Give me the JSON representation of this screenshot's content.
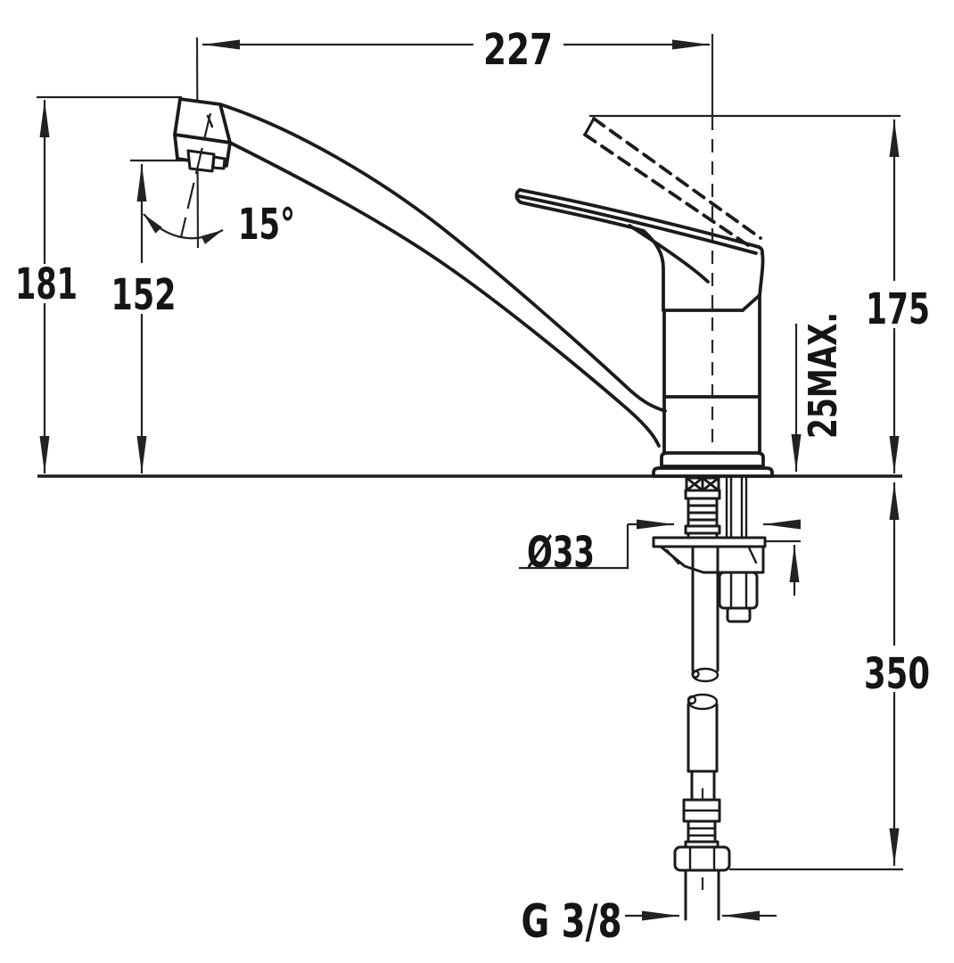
{
  "drawing": {
    "type": "faucet-installation-dimension-diagram",
    "dimensions": {
      "spout_reach": "227",
      "total_height": "181",
      "spout_height": "152",
      "spout_angle": "15°",
      "body_height": "175",
      "max_deck_thickness": "25MAX.",
      "hole_diameter": "Ø33",
      "hose_length": "350",
      "connection_thread": "G 3/8"
    },
    "colors": {
      "line": "#1b1b1b",
      "dimension": "#222222",
      "text": "#151515",
      "background": "#ffffff"
    }
  }
}
